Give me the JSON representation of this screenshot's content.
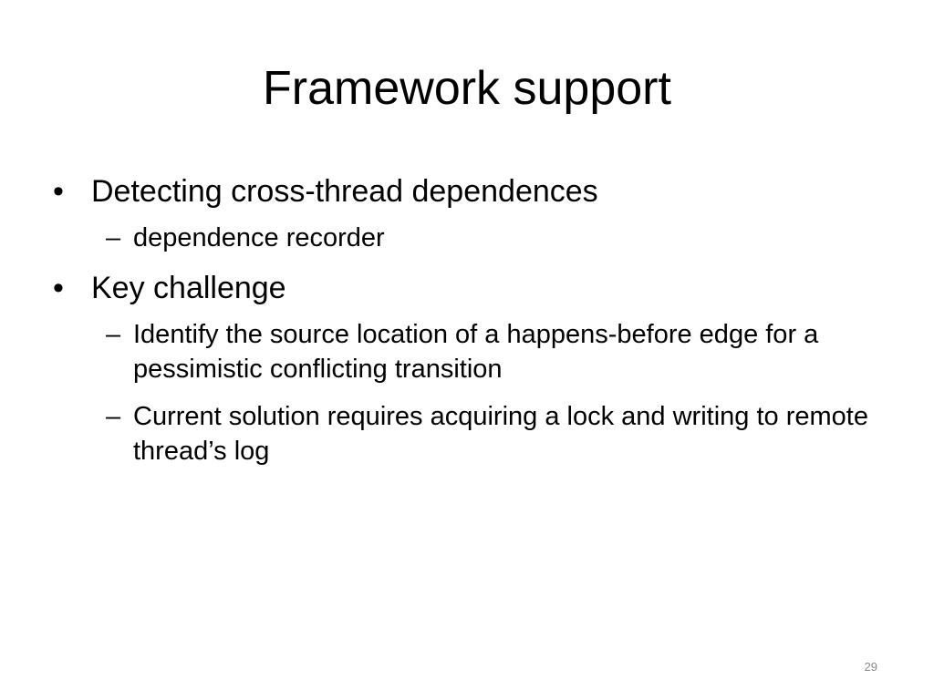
{
  "slide": {
    "title": "Framework support",
    "items": [
      {
        "text": "Detecting cross-thread dependences",
        "subitems": [
          "dependence recorder"
        ]
      },
      {
        "text": "Key challenge",
        "subitems": [
          "Identify the source location of a happens-before edge for a pessimistic conflicting transition",
          "Current solution requires acquiring a lock and writing to remote thread’s log"
        ]
      }
    ],
    "bullet_char": "•",
    "dash_char": "–",
    "page_number": "29"
  }
}
